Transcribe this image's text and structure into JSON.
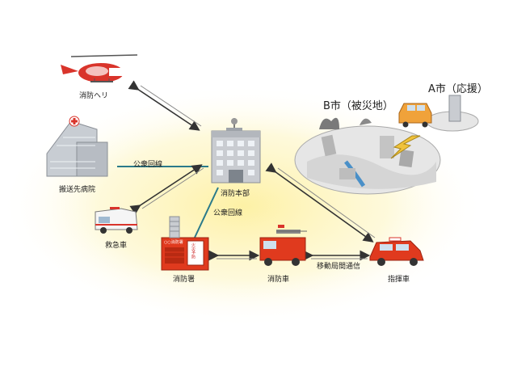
{
  "nodes": {
    "helicopter": "消防ヘリ",
    "headquarters": "消防本部",
    "hospital": "搬送先病院",
    "ambulance": "救急車",
    "fire_station": "消防署",
    "fire_engine": "消防車",
    "command_car": "指揮車",
    "city_b": "B市（被災地）",
    "city_a": "A市（応援）"
  },
  "links": {
    "public_line_hospital": "公衆回線",
    "public_line_station": "公衆回線",
    "mobile_comm": "移動局間通信"
  },
  "signs": {
    "station_sign": "○○消防署",
    "station_banner": "火災予防"
  },
  "colors": {
    "glow": "#fdf3a8",
    "link_line": "#2a7a8a",
    "arrow_line": "#333333",
    "fire_red": "#e03a1e",
    "helicopter_red": "#d9342b",
    "building_gray": "#c9ccd1"
  }
}
